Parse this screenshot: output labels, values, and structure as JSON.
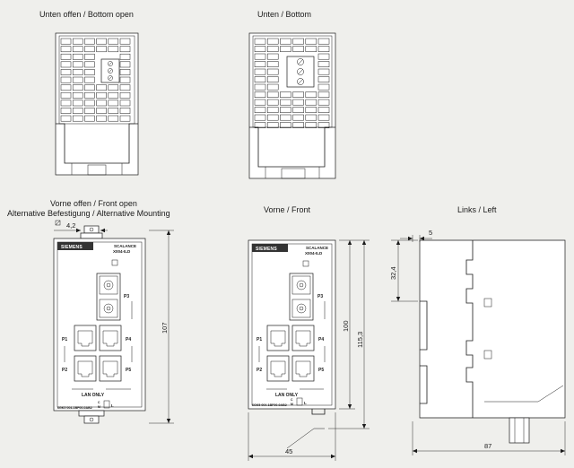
{
  "views": {
    "bottom_open": {
      "title": "Unten offen / Bottom open"
    },
    "bottom": {
      "title": "Unten / Bottom"
    },
    "front_open": {
      "title_line1": "Vorne offen / Front open",
      "title_line2": "Alternative Befestigung / Alternative Mounting",
      "dim_hole": "4,2",
      "dim_height": "107"
    },
    "front": {
      "title": "Vorne / Front",
      "dim_height_inner": "100",
      "dim_height_outer": "115,3",
      "dim_width": "45"
    },
    "left": {
      "title": "Links / Left",
      "dim_top": "5",
      "dim_side": "32,4",
      "dim_depth": "87"
    }
  },
  "device": {
    "brand": "SIEMENS",
    "model_line1": "SCALANCE",
    "model_line2": "X004-ILD",
    "port_labels": [
      "P1",
      "P2",
      "P3",
      "P4",
      "P5"
    ],
    "lan_label": "LAN ONLY",
    "order_number": "6GK5 004-1BF00-0AB2",
    "led_labels": [
      "L",
      "C",
      "M"
    ]
  }
}
